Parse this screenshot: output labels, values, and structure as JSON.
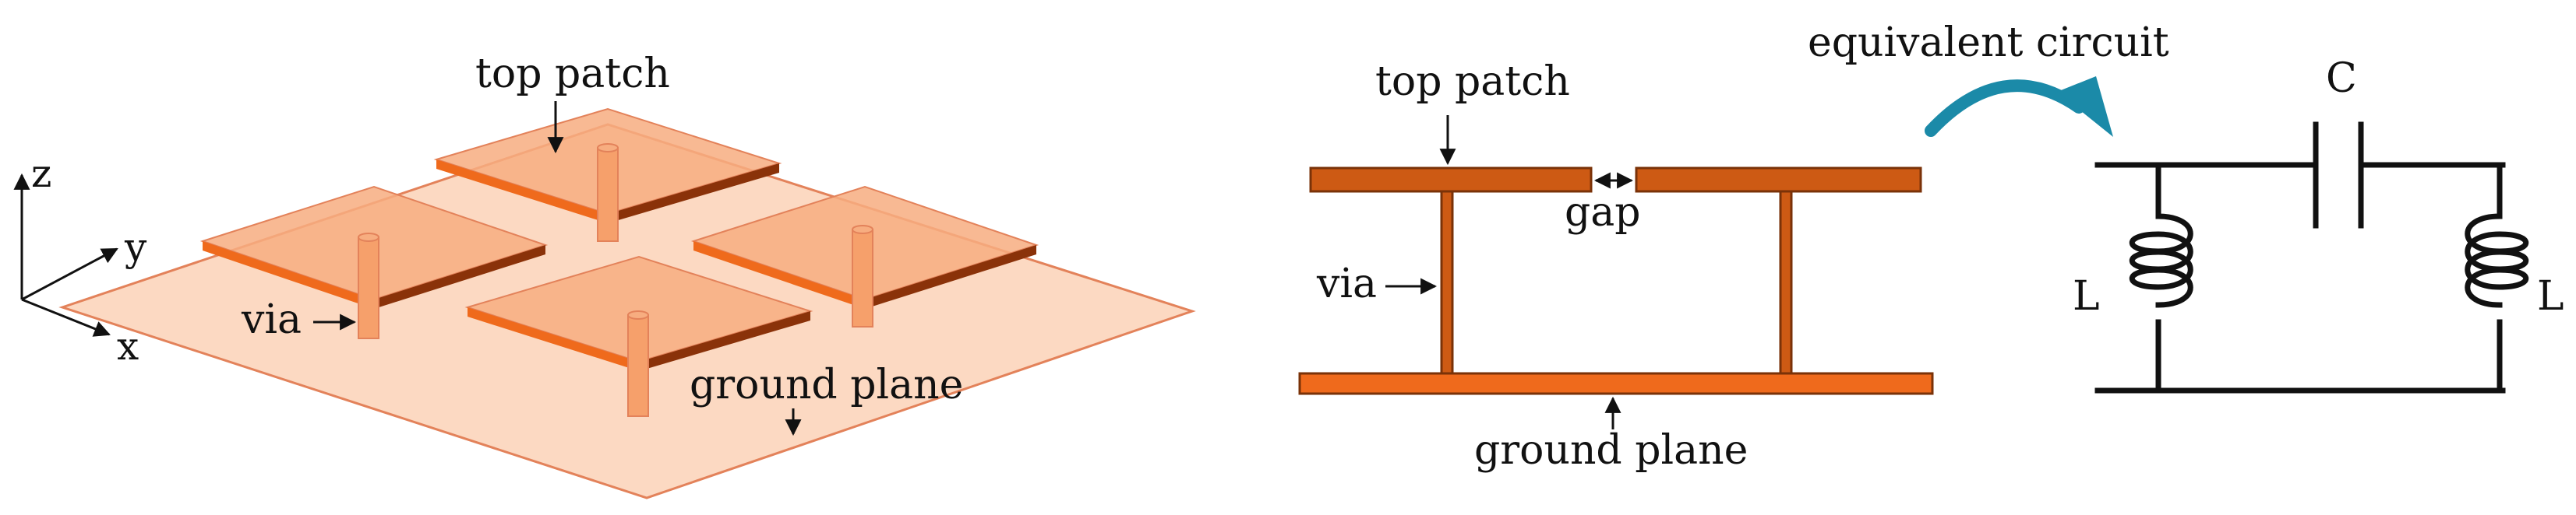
{
  "panel_3d": {
    "labels": {
      "top_patch": "top patch",
      "via": "via",
      "ground_plane": "ground plane"
    },
    "axes": {
      "z": "z",
      "y": "y",
      "x": "x"
    }
  },
  "panel_cross_section": {
    "labels": {
      "top_patch": "top patch",
      "gap": "gap",
      "via": "via",
      "ground_plane": "ground plane"
    }
  },
  "panel_circuit": {
    "title": "equivalent circuit",
    "capacitor": "C",
    "inductor_left": "L",
    "inductor_right": "L"
  },
  "colors": {
    "ground_fill": "#fcd9c2",
    "ground_stroke": "#e3825a",
    "patch_fill": "#f7ad80",
    "patch_front": "#ef6a1c",
    "patch_side": "#8a3209",
    "via_fill": "#f6a06b",
    "section_fill": "#cd5a14",
    "section_stroke": "#7a3208",
    "arrow_teal": "#1b8aa8",
    "wire": "#111111"
  }
}
